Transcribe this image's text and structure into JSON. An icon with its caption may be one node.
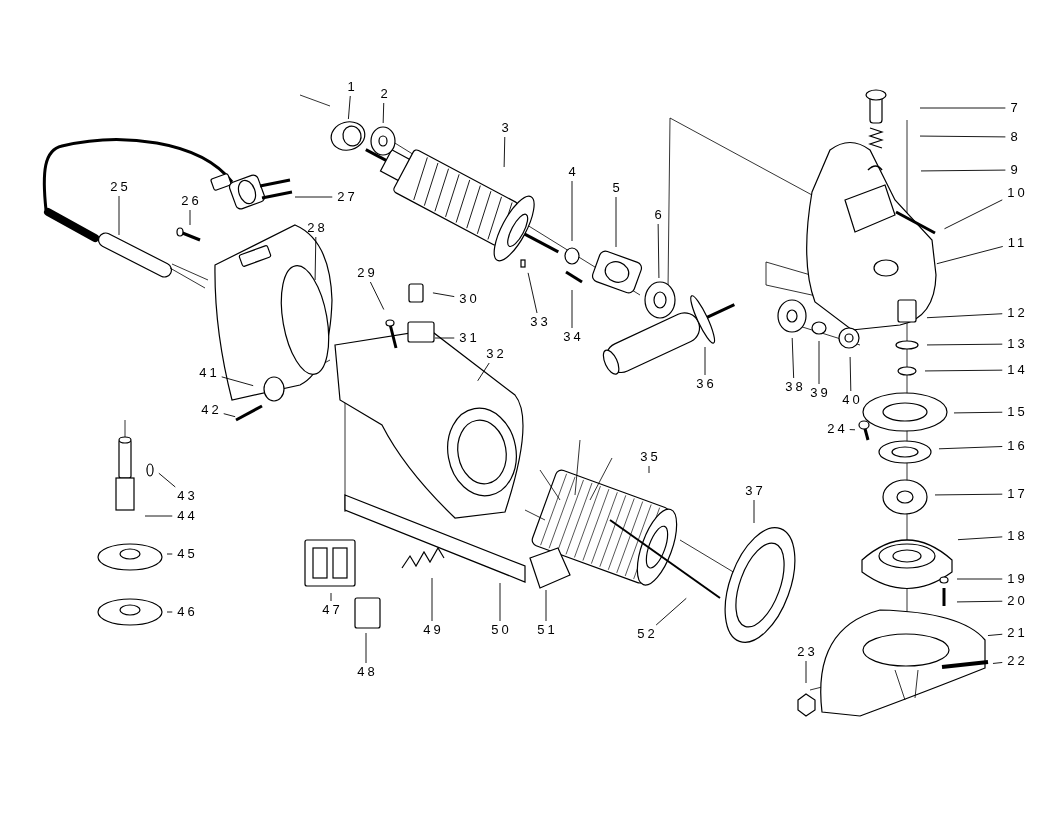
{
  "diagram": {
    "nodes": [
      {
        "text": [
          "1"
        ]
      },
      {
        "text": [
          "2"
        ]
      },
      {
        "text": [
          "3"
        ]
      },
      {
        "text": [
          "4"
        ]
      },
      {
        "text": [
          "5"
        ]
      },
      {
        "text": [
          "6"
        ]
      },
      {
        "text": [
          "7"
        ]
      },
      {
        "text": [
          "8"
        ]
      },
      {
        "text": [
          "9"
        ]
      },
      {
        "text": [
          "10"
        ]
      },
      {
        "text": [
          "11"
        ]
      },
      {
        "text": [
          "12"
        ]
      },
      {
        "text": [
          "13"
        ]
      },
      {
        "text": [
          "14"
        ]
      },
      {
        "text": [
          "15"
        ]
      },
      {
        "text": [
          "16"
        ]
      },
      {
        "text": [
          "17"
        ]
      },
      {
        "text": [
          "18"
        ]
      },
      {
        "text": [
          "19"
        ]
      },
      {
        "text": [
          "20"
        ]
      },
      {
        "text": [
          "21"
        ]
      },
      {
        "text": [
          "22"
        ]
      },
      {
        "text": [
          "23"
        ]
      },
      {
        "text": [
          "24"
        ]
      },
      {
        "text": [
          "25"
        ]
      },
      {
        "text": [
          "26"
        ]
      },
      {
        "text": [
          "27"
        ]
      },
      {
        "text": [
          "28"
        ]
      },
      {
        "text": [
          "29"
        ]
      },
      {
        "text": [
          "30"
        ]
      },
      {
        "text": [
          "31"
        ]
      },
      {
        "text": [
          "32"
        ]
      },
      {
        "text": [
          "33"
        ]
      },
      {
        "text": [
          "34"
        ]
      },
      {
        "text": [
          "35"
        ]
      },
      {
        "text": [
          "36"
        ]
      },
      {
        "text": [
          "37"
        ]
      },
      {
        "text": [
          "38"
        ]
      },
      {
        "text": [
          "39"
        ]
      },
      {
        "text": [
          "40"
        ]
      },
      {
        "text": [
          "41"
        ]
      },
      {
        "text": [
          "42"
        ]
      },
      {
        "text": [
          "43"
        ]
      },
      {
        "text": [
          "44"
        ]
      },
      {
        "text": [
          "45"
        ]
      },
      {
        "text": [
          "46"
        ]
      },
      {
        "text": [
          "47"
        ]
      },
      {
        "text": [
          "48"
        ]
      },
      {
        "text": [
          "49"
        ]
      },
      {
        "text": [
          "50"
        ]
      },
      {
        "text": [
          "51"
        ]
      },
      {
        "text": [
          "52"
        ]
      }
    ],
    "edges": [
      {
        "from": 0,
        "to": null,
        "arrow": "none"
      },
      {
        "from": 1,
        "to": null,
        "arrow": "none"
      },
      {
        "from": 2,
        "to": null,
        "arrow": "none"
      },
      {
        "from": 3,
        "to": null,
        "arrow": "none"
      },
      {
        "from": 4,
        "to": null,
        "arrow": "none"
      },
      {
        "from": 5,
        "to": null,
        "arrow": "none"
      },
      {
        "from": 6,
        "to": null,
        "arrow": "none"
      },
      {
        "from": 7,
        "to": null,
        "arrow": "none"
      },
      {
        "from": 8,
        "to": null,
        "arrow": "none"
      },
      {
        "from": 9,
        "to": null,
        "arrow": "none"
      },
      {
        "from": 10,
        "to": null,
        "arrow": "none"
      },
      {
        "from": 11,
        "to": null,
        "arrow": "none"
      },
      {
        "from": 12,
        "to": null,
        "arrow": "none"
      },
      {
        "from": 13,
        "to": null,
        "arrow": "none"
      },
      {
        "from": 14,
        "to": null,
        "arrow": "none"
      },
      {
        "from": 15,
        "to": null,
        "arrow": "none"
      },
      {
        "from": 16,
        "to": null,
        "arrow": "none"
      },
      {
        "from": 17,
        "to": null,
        "arrow": "none"
      },
      {
        "from": 18,
        "to": null,
        "arrow": "none"
      },
      {
        "from": 19,
        "to": null,
        "arrow": "none"
      },
      {
        "from": 20,
        "to": null,
        "arrow": "none"
      },
      {
        "from": 21,
        "to": null,
        "arrow": "none"
      },
      {
        "from": 22,
        "to": null,
        "arrow": "none"
      },
      {
        "from": 23,
        "to": null,
        "arrow": "none"
      },
      {
        "from": 24,
        "to": null,
        "arrow": "none"
      },
      {
        "from": 25,
        "to": null,
        "arrow": "none"
      },
      {
        "from": 26,
        "to": null,
        "arrow": "none"
      },
      {
        "from": 27,
        "to": null,
        "arrow": "none"
      },
      {
        "from": 28,
        "to": null,
        "arrow": "none"
      },
      {
        "from": 29,
        "to": null,
        "arrow": "none"
      },
      {
        "from": 30,
        "to": null,
        "arrow": "none"
      },
      {
        "from": 31,
        "to": null,
        "arrow": "none"
      },
      {
        "from": 32,
        "to": null,
        "arrow": "none"
      },
      {
        "from": 33,
        "to": null,
        "arrow": "none"
      },
      {
        "from": 34,
        "to": null,
        "arrow": "none"
      },
      {
        "from": 35,
        "to": null,
        "arrow": "none"
      },
      {
        "from": 36,
        "to": null,
        "arrow": "none"
      },
      {
        "from": 37,
        "to": null,
        "arrow": "none"
      },
      {
        "from": 38,
        "to": null,
        "arrow": "none"
      },
      {
        "from": 39,
        "to": null,
        "arrow": "none"
      },
      {
        "from": 40,
        "to": null,
        "arrow": "none"
      },
      {
        "from": 41,
        "to": null,
        "arrow": "none"
      },
      {
        "from": 42,
        "to": null,
        "arrow": "none"
      },
      {
        "from": 43,
        "to": null,
        "arrow": "none"
      },
      {
        "from": 44,
        "to": null,
        "arrow": "none"
      },
      {
        "from": 45,
        "to": null,
        "arrow": "none"
      },
      {
        "from": 46,
        "to": null,
        "arrow": "none"
      },
      {
        "from": 47,
        "to": null,
        "arrow": "none"
      },
      {
        "from": 48,
        "to": null,
        "arrow": "none"
      },
      {
        "from": 49,
        "to": null,
        "arrow": "none"
      },
      {
        "from": 50,
        "to": null,
        "arrow": "none"
      },
      {
        "from": 51,
        "to": null,
        "arrow": "none"
      }
    ]
  }
}
